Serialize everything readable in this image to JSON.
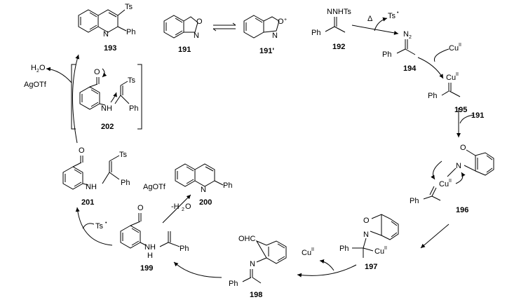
{
  "diagram": {
    "title": "",
    "compounds": {
      "c193": "193",
      "c191": "191",
      "c191p": "191'",
      "c192": "192",
      "c194": "194",
      "c195": "195",
      "c196": "196",
      "c197": "197",
      "c198": "198",
      "c199": "199",
      "c200": "200",
      "c201": "201",
      "c202": "202"
    },
    "atoms": {
      "ts": "Ts",
      "ph": "Ph",
      "n": "N",
      "o": "O",
      "nh": "NH",
      "h": "H",
      "nnhts": "NNHTs",
      "n2": "N",
      "n2_sub": "2",
      "cu": "Cu",
      "cu_ox": "II",
      "ohc": "OHC",
      "plus": "+",
      "radical_dot": "•"
    },
    "reagents": {
      "h2o": "H",
      "h2o_sub": "2",
      "h2o_o": "O",
      "agotf_left": "AgOTf",
      "agotf_mid": "AgOTf",
      "minus_h2o": "-H",
      "minus_h2o_sub": "2",
      "minus_h2o_o": "O",
      "delta": "Δ",
      "ts_radical": "Ts",
      "cu_191_reagent": "191"
    }
  }
}
